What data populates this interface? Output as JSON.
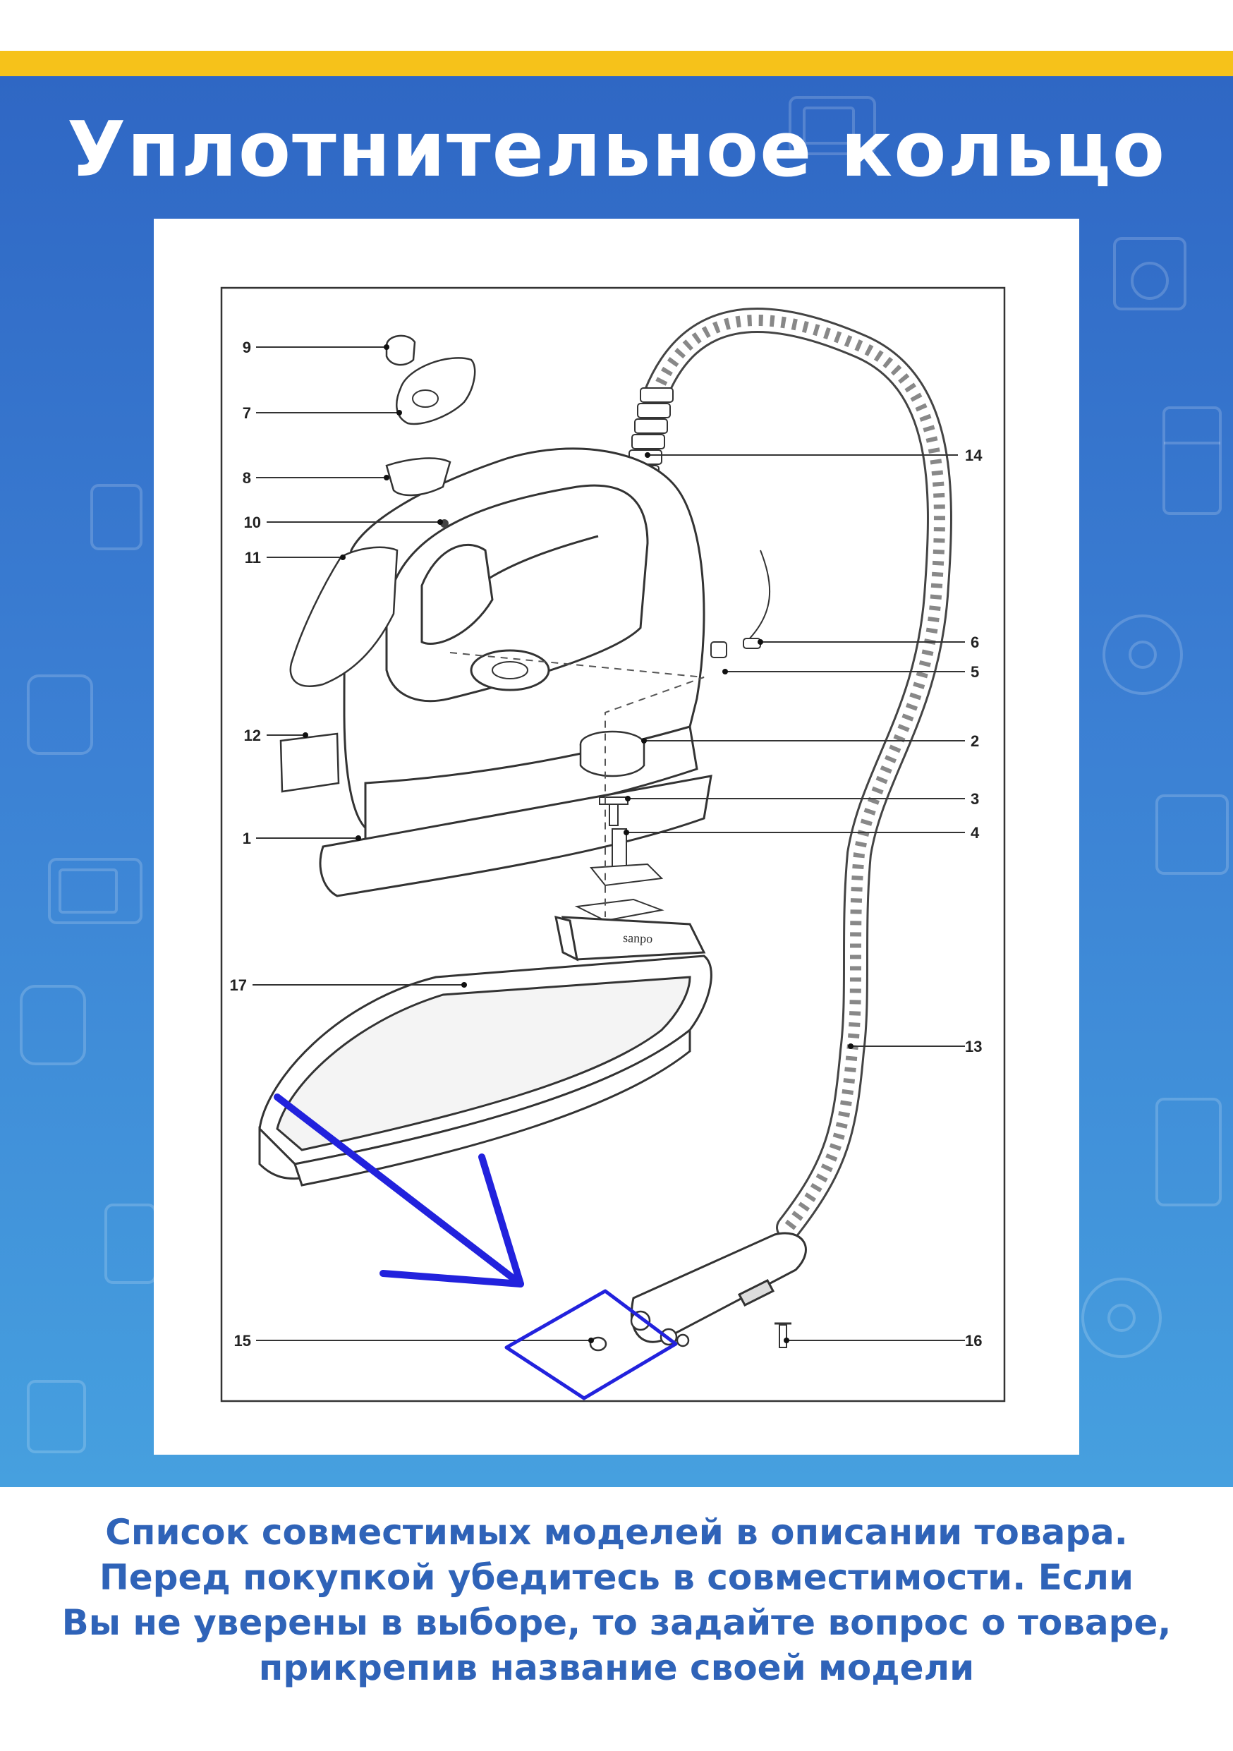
{
  "header": {
    "title": "Уплотнительное кольцо"
  },
  "diagram": {
    "part_labels": [
      "9",
      "7",
      "8",
      "10",
      "11",
      "12",
      "1",
      "17",
      "15",
      "14",
      "6",
      "5",
      "2",
      "3",
      "4",
      "13",
      "16"
    ],
    "base_brand": "sanpo",
    "highlight_color": "#2222dd"
  },
  "footer": {
    "lines": [
      "Список совместимых моделей в описании товара.",
      "Перед покупкой убедитесь в совместимости. Если",
      "Вы не уверены в выборе, то задайте вопрос о товаре,",
      "прикрепив название своей модели"
    ]
  },
  "colors": {
    "accent_yellow": "#f6c21a",
    "panel_blue": "#3b7fd3",
    "footer_text": "#2f63b8"
  }
}
